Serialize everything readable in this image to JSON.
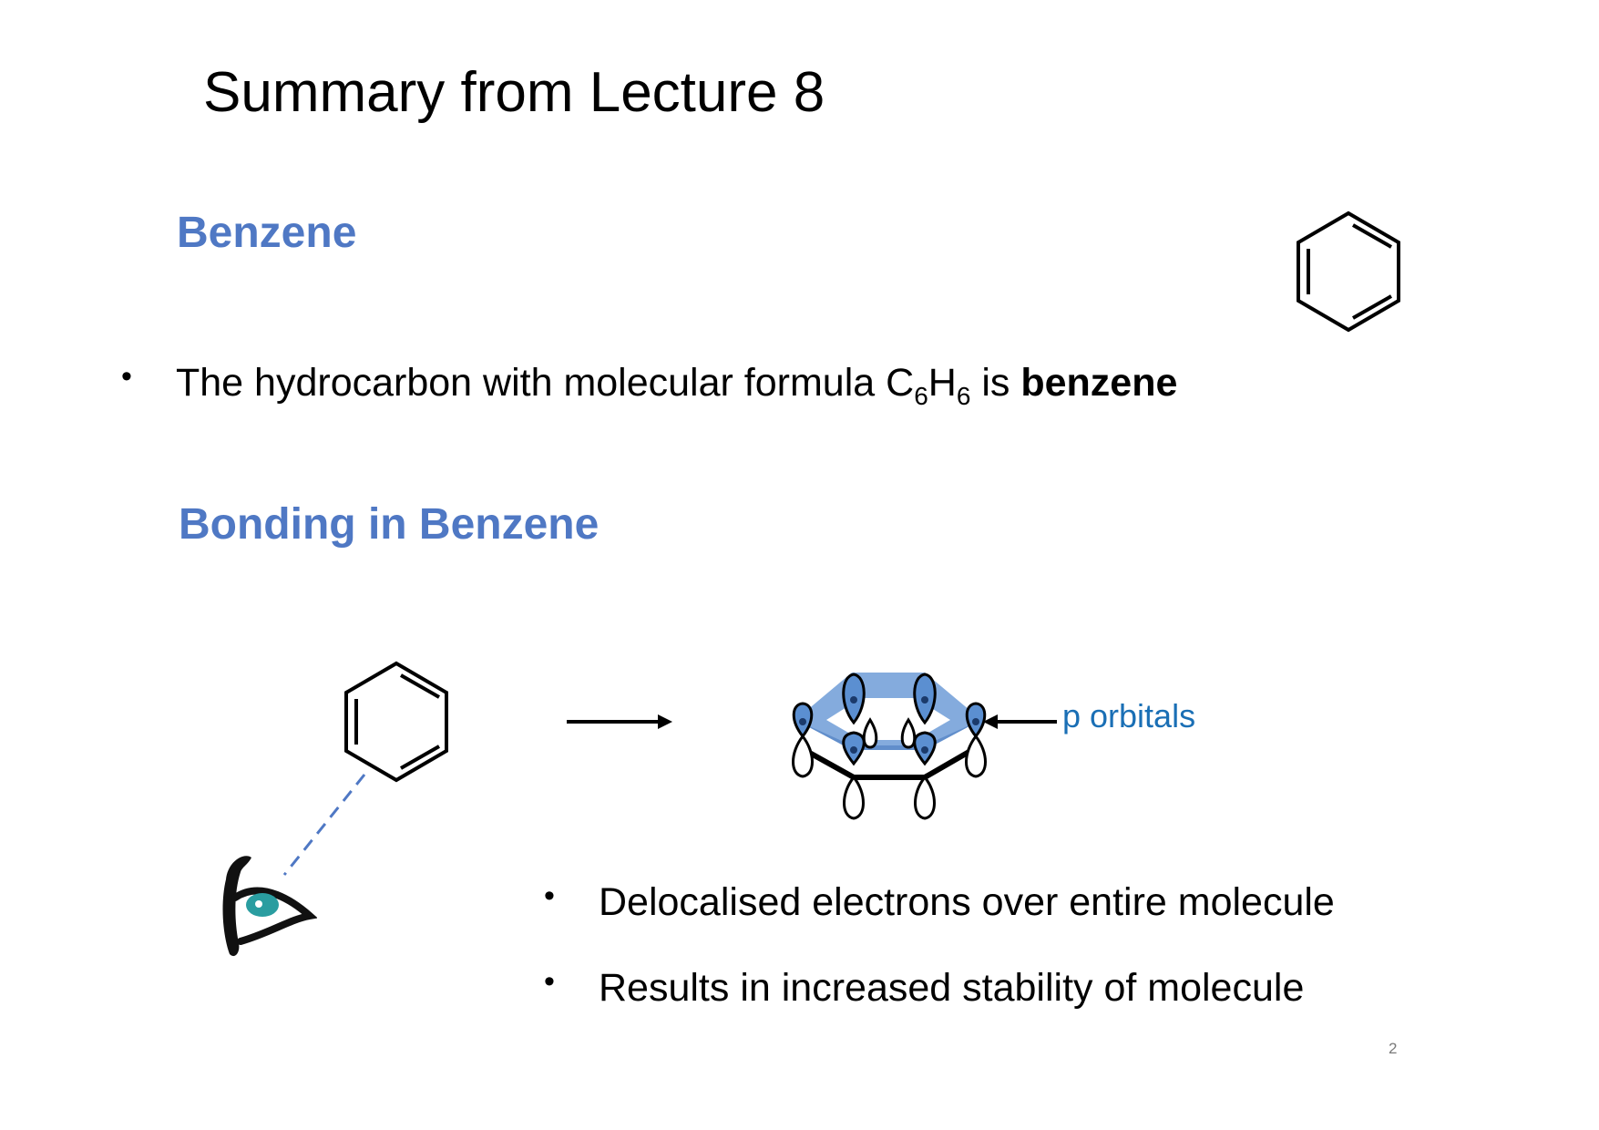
{
  "slide": {
    "title": "Summary from Lecture 8",
    "section1": {
      "heading": "Benzene",
      "bullet": {
        "marker": "•",
        "text_before": "The hydrocarbon with molecular formula C",
        "sub1": "6",
        "text_mid": "H",
        "sub2": "6",
        "text_is": " is ",
        "bold": "benzene"
      }
    },
    "section2": {
      "heading": "Bonding in Benzene",
      "orbital_label": "p orbitals",
      "bullets": [
        {
          "marker": "•",
          "text": "Delocalised electrons over entire molecule"
        },
        {
          "marker": "•",
          "text": "Results in increased stability of molecule"
        }
      ]
    },
    "page_number": "2"
  },
  "colors": {
    "heading": "#4f78c4",
    "orbital_fill": "#5b8fd1",
    "label": "#1a6fb5",
    "eye_iris": "#2a9da0"
  },
  "icons": [
    "benzene-ring-icon",
    "benzene-ring-icon",
    "arrow-icon",
    "p-orbital-diagram",
    "eye-icon",
    "dashed-sight-line"
  ]
}
